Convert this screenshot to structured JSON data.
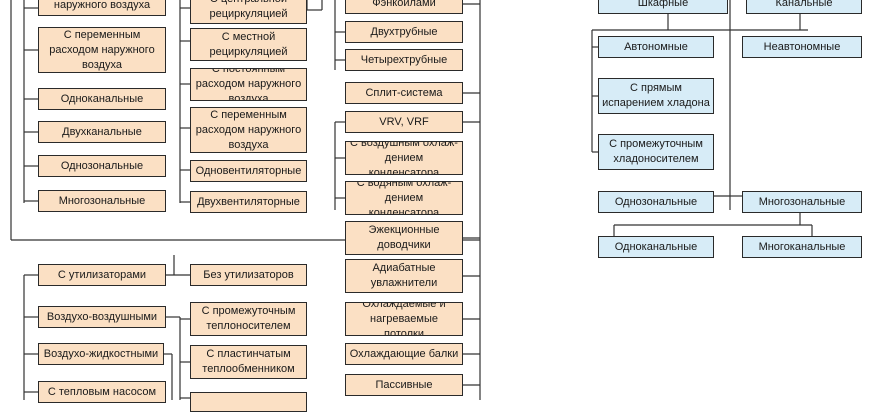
{
  "colors": {
    "peach": "#fbe0c4",
    "blue": "#d7ecf7",
    "line": "#333333"
  },
  "col1": [
    "наружного воздуха",
    "С переменным расходом наружного воздуха",
    "Одноканальные",
    "Двухканальные",
    "Однозональные",
    "Многозональные"
  ],
  "col2": [
    "С центральной рециркуляцией",
    "С местной рециркуляцией",
    "С постоянным расходом наружного воздуха",
    "С переменным расходом наружного воздуха",
    "Одновентиляторные",
    "Двухвентиляторные"
  ],
  "col3": [
    "Фэнкойлами",
    "Двухтрубные",
    "Четырехтрубные",
    "Сплит-система",
    "VRV, VRF",
    "С воздушным охлаж-дением конденсатора",
    "С водяным охлаж-дением конденсатора",
    "Эжекционные доводчики",
    "Адиабатные увлажнители",
    "Охлаждаемые и нагреваемые потолки",
    "Охлаждающие балки",
    "Пассивные"
  ],
  "lower_left": [
    "С утилизаторами",
    "Воздухо-воздушными",
    "Воздухо-жидкостными",
    "С тепловым насосом"
  ],
  "lower_mid": [
    "Без утилизаторов",
    "С промежуточным теплоносителем",
    "С пластинчатым теплообменником"
  ],
  "right": {
    "top_left": "Шкафные",
    "top_right": "Канальные",
    "autonomous": "Автономные",
    "non_autonomous": "Неавтономные",
    "direct_expansion": "С прямым испарением хладона",
    "intermediate": "С промежуточным хладоносителем",
    "single_zone": "Однозональные",
    "multi_zone": "Многозональные",
    "single_channel": "Одноканальные",
    "multi_channel": "Многоканальные"
  }
}
